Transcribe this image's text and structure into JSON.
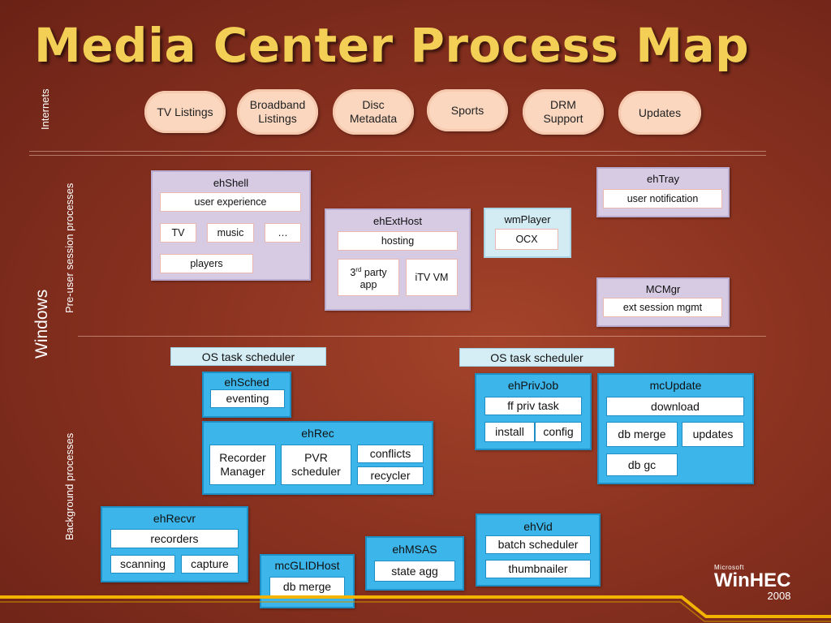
{
  "title": "Media Center Process Map",
  "side_labels": {
    "internets": "Internets",
    "windows": "Windows",
    "pre_user": "Pre-user session processes",
    "background": "Background processes"
  },
  "clouds": [
    "TV Listings",
    "Broadband Listings",
    "Disc Metadata",
    "Sports",
    "DRM Support",
    "Updates"
  ],
  "ehShell": {
    "title": "ehShell",
    "items": [
      "user experience",
      "TV",
      "music",
      "…",
      "players"
    ]
  },
  "ehExtHost": {
    "title": "ehExtHost",
    "hosting": "hosting",
    "third_party_num": "3",
    "third_party_sup": "rd",
    "third_party_rest": " party app",
    "itv": "iTV VM"
  },
  "wmPlayer": {
    "title": "wmPlayer",
    "ocx": "OCX"
  },
  "ehTray": {
    "title": "ehTray",
    "item": "user notification"
  },
  "MCMgr": {
    "title": "MCMgr",
    "item": "ext session mgmt"
  },
  "schedulers": [
    "OS task scheduler",
    "OS task scheduler"
  ],
  "ehSched": {
    "title": "ehSched",
    "item": "eventing"
  },
  "ehRec": {
    "title": "ehRec",
    "items": [
      "Recorder Manager",
      "PVR scheduler",
      "conflicts",
      "recycler"
    ]
  },
  "ehPrivJob": {
    "title": "ehPrivJob",
    "items": [
      "ff priv task",
      "install",
      "config"
    ]
  },
  "mcUpdate": {
    "title": "mcUpdate",
    "items": [
      "download",
      "db merge",
      "updates",
      "db gc"
    ]
  },
  "ehRecvr": {
    "title": "ehRecvr",
    "items": [
      "recorders",
      "scanning",
      "capture"
    ]
  },
  "mcGLIDHost": {
    "title": "mcGLIDHost",
    "item": "db merge"
  },
  "ehMSAS": {
    "title": "ehMSAS",
    "item": "state agg"
  },
  "ehVid": {
    "title": "ehVid",
    "items": [
      "batch scheduler",
      "thumbnailer"
    ]
  },
  "logo": {
    "brand": "Microsoft",
    "name": "WinHEC",
    "year": "2008"
  },
  "colors": {
    "title": "#f3cf55",
    "process_blue": "#3cb6ea",
    "process_lavender": "#d6cbe3",
    "cloud": "#fbd7bf"
  }
}
